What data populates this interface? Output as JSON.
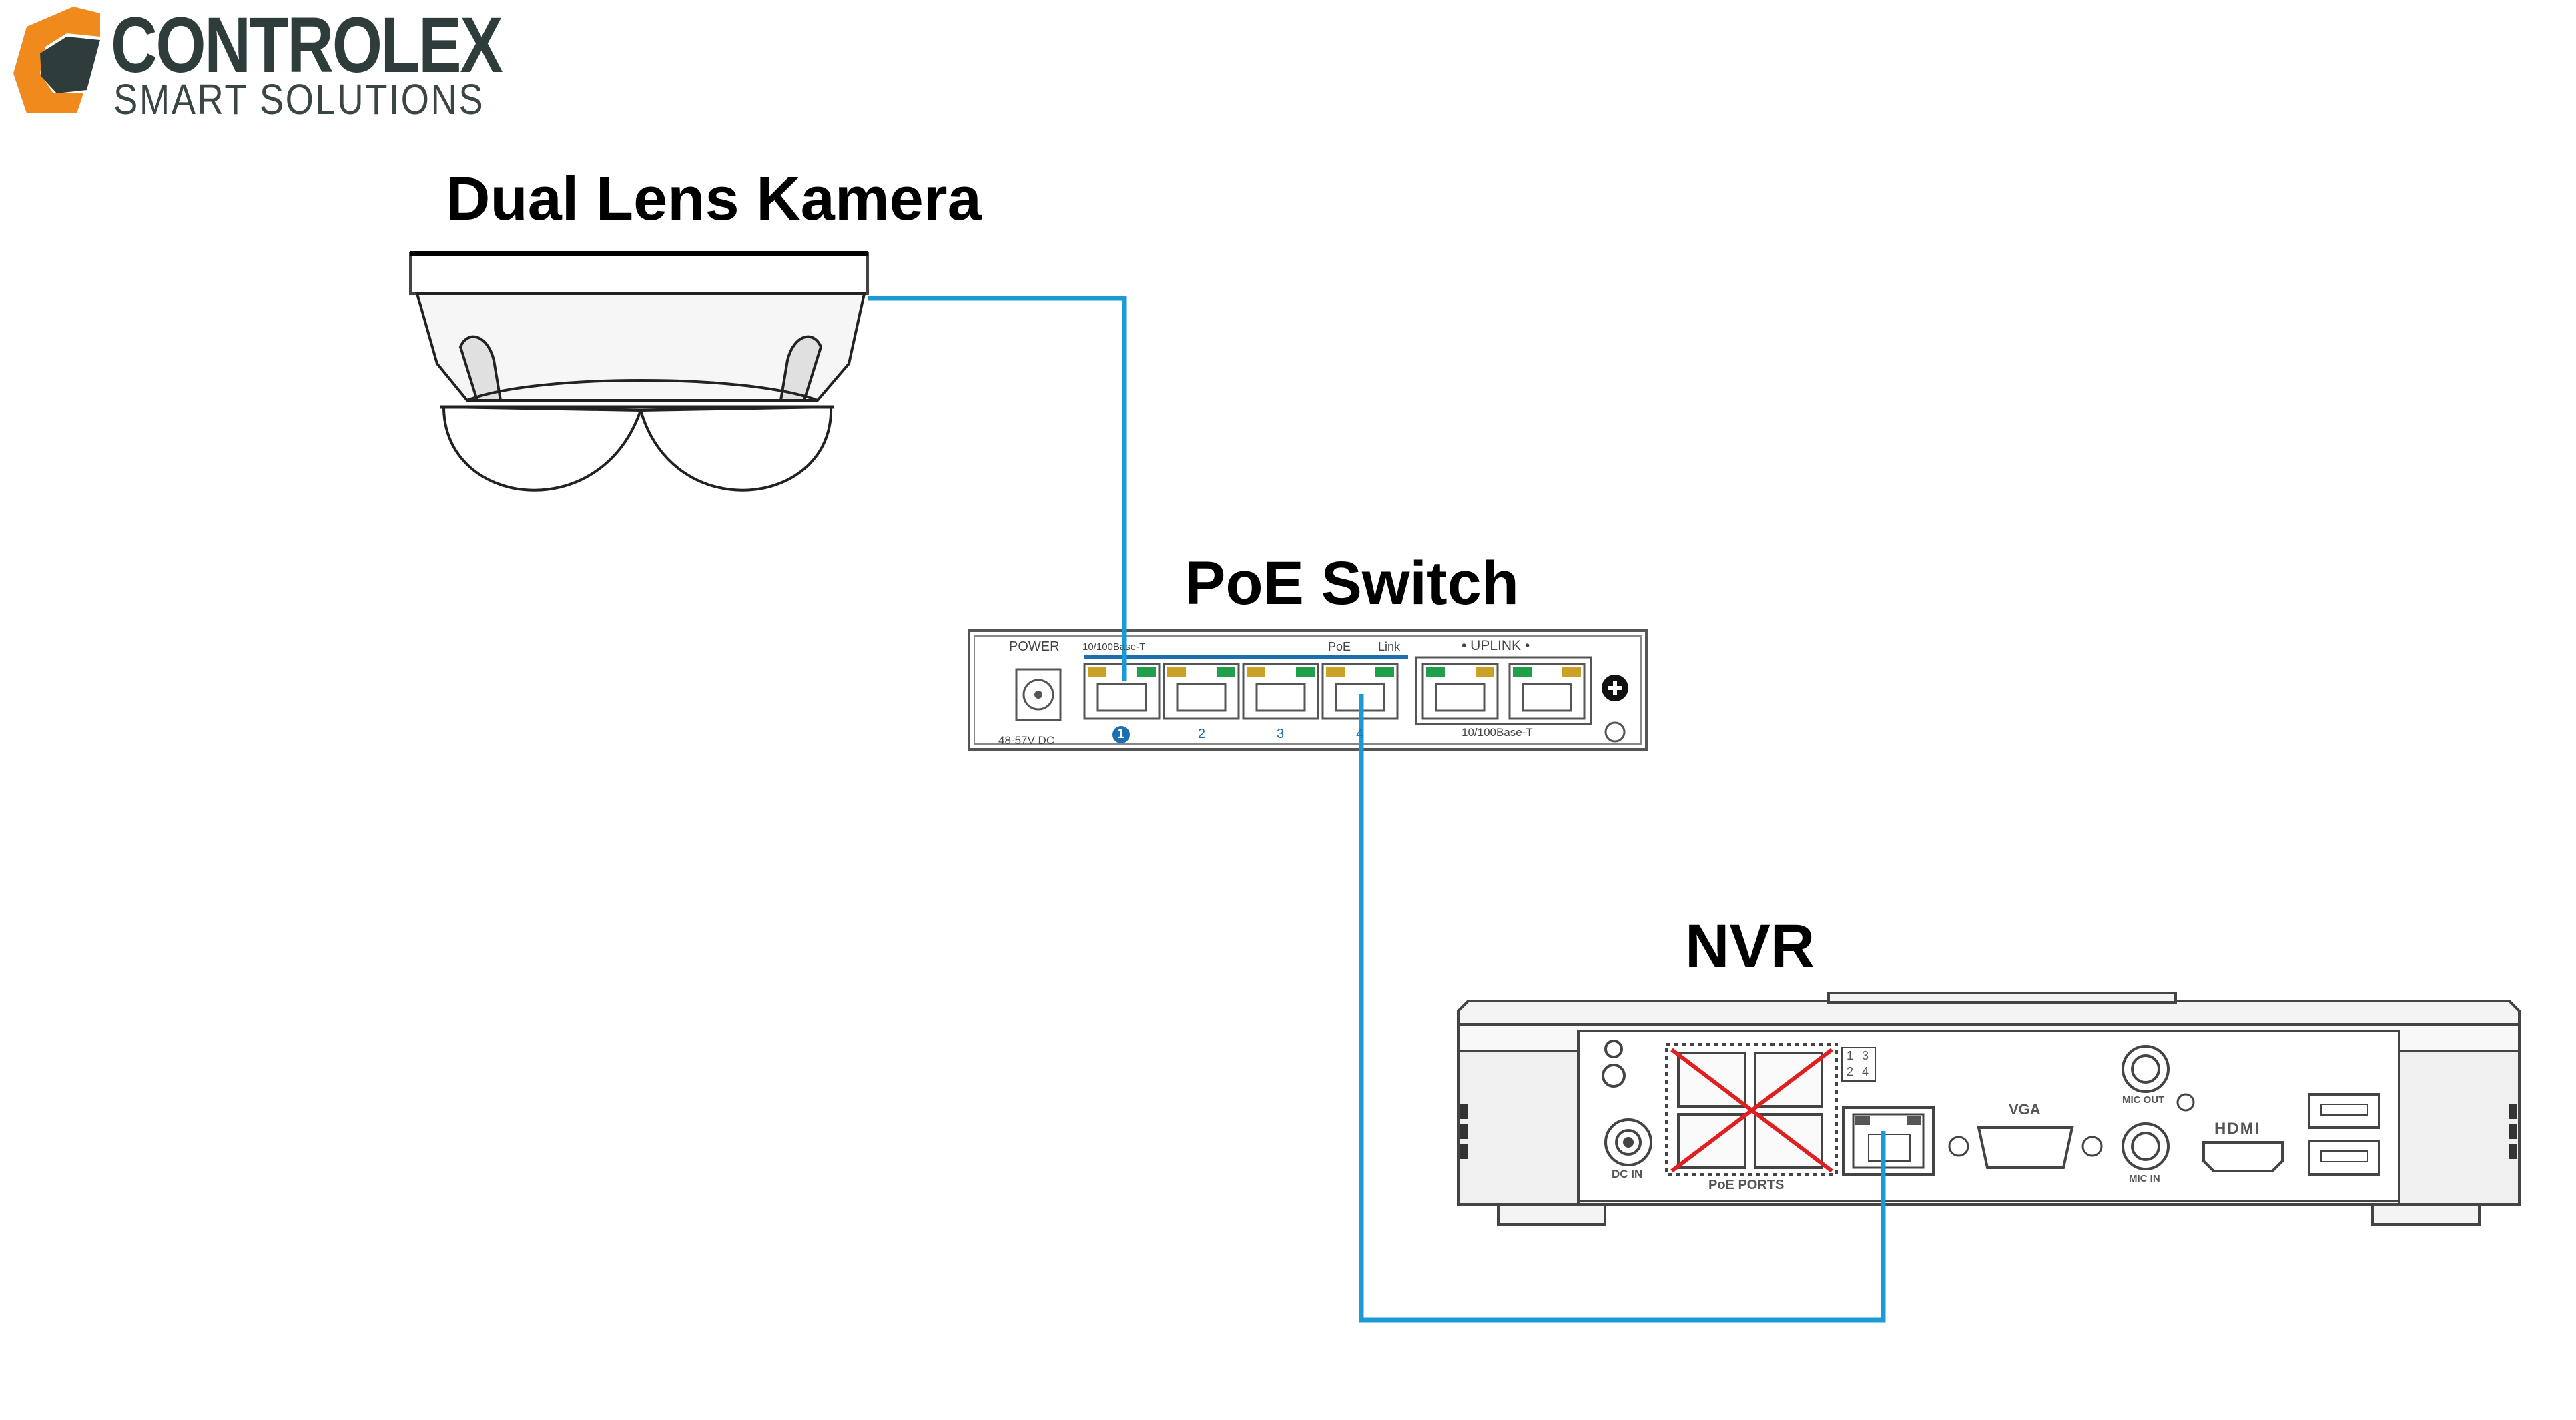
{
  "brand": {
    "name": "CONTROLEX",
    "tagline": "SMART SOLUTIONS",
    "colors": {
      "orange": "#f08a1c",
      "dark": "#2e3d3c"
    }
  },
  "devices": {
    "camera": {
      "label": "Dual Lens Kamera"
    },
    "switch": {
      "label": "PoE Switch",
      "power_label": "POWER",
      "power_spec": "48-57V DC",
      "ports_header": "10/100Base-T",
      "poe_label": "PoE",
      "link_label": "Link",
      "uplink_label": "• UPLINK •",
      "uplink_spec": "10/100Base-T",
      "port_numbers": [
        "1",
        "2",
        "3",
        "4"
      ]
    },
    "nvr": {
      "label": "NVR",
      "dc_in": "DC IN",
      "poe_ports": "PoE PORTS",
      "vga": "VGA",
      "mic_out": "MIC OUT",
      "mic_in": "MIC IN",
      "hdmi": "HDMI",
      "port_grid": [
        "1",
        "3",
        "2",
        "4"
      ]
    }
  },
  "connections": {
    "cable_color": "#1c9ad6",
    "disabled_color": "#e02020"
  }
}
